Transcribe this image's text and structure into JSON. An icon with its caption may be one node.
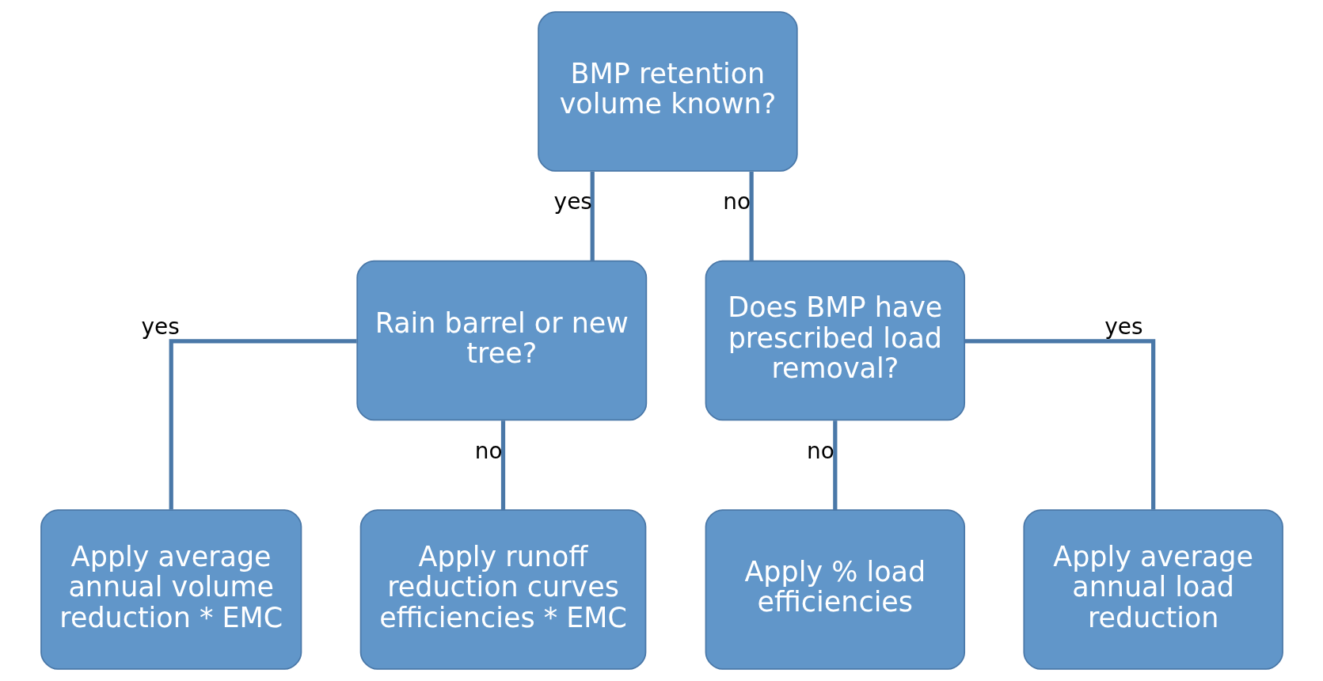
{
  "diagram": {
    "nodes": [
      {
        "text": [
          "BMP retention volume known?"
        ]
      },
      {
        "text": [
          "Rain barrel or new tree?"
        ]
      },
      {
        "text": [
          "Does BMP have prescribed load removal?"
        ]
      },
      {
        "text": [
          "Apply average annual volume reduction * EMC"
        ]
      },
      {
        "text": [
          "Apply runoff reduction curves efficiencies * EMC"
        ]
      },
      {
        "text": [
          "Apply % load efficiencies"
        ]
      },
      {
        "text": [
          "Apply average annual load reduction"
        ]
      }
    ],
    "edges": [
      {
        "from": 0,
        "to": 1,
        "arrow": "none",
        "label": "yes"
      },
      {
        "from": 0,
        "to": 2,
        "arrow": "none",
        "label": "no"
      },
      {
        "from": 1,
        "to": 3,
        "arrow": "none",
        "label": "yes"
      },
      {
        "from": 1,
        "to": 4,
        "arrow": "none",
        "label": "no"
      },
      {
        "from": 2,
        "to": 5,
        "arrow": "none",
        "label": "no"
      },
      {
        "from": 2,
        "to": 6,
        "arrow": "none",
        "label": "yes"
      }
    ]
  }
}
